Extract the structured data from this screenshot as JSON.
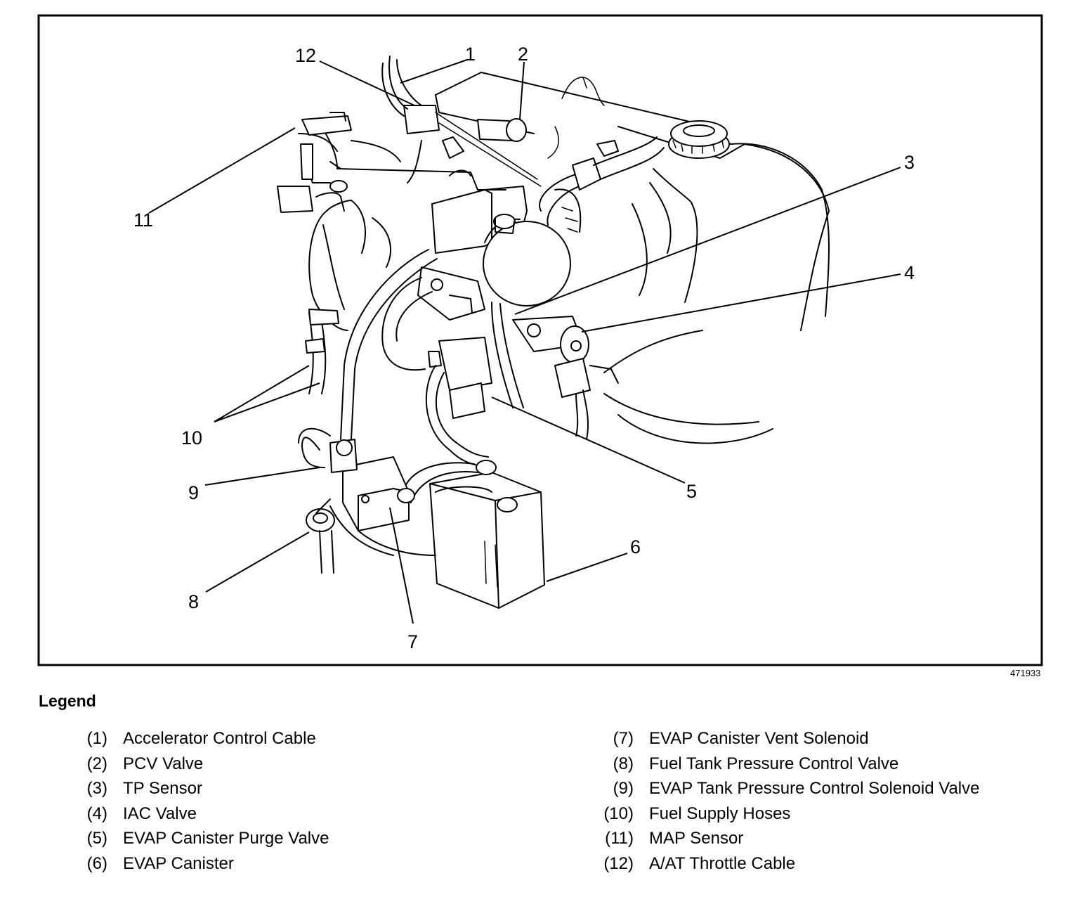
{
  "figure_id": "471933",
  "callouts": [
    "1",
    "2",
    "3",
    "4",
    "5",
    "6",
    "7",
    "8",
    "9",
    "10",
    "11",
    "12"
  ],
  "legend": {
    "title": "Legend",
    "left": [
      {
        "num": "(1)",
        "label": "Accelerator Control Cable"
      },
      {
        "num": "(2)",
        "label": "PCV Valve"
      },
      {
        "num": "(3)",
        "label": "TP Sensor"
      },
      {
        "num": "(4)",
        "label": "IAC Valve"
      },
      {
        "num": "(5)",
        "label": "EVAP Canister Purge Valve"
      },
      {
        "num": "(6)",
        "label": "EVAP Canister"
      }
    ],
    "right": [
      {
        "num": "(7)",
        "label": "EVAP Canister Vent Solenoid"
      },
      {
        "num": "(8)",
        "label": "Fuel Tank Pressure Control Valve"
      },
      {
        "num": "(9)",
        "label": "EVAP Tank Pressure Control Solenoid Valve"
      },
      {
        "num": "(10)",
        "label": "Fuel Supply Hoses"
      },
      {
        "num": "(11)",
        "label": "MAP Sensor"
      },
      {
        "num": "(12)",
        "label": "A/AT Throttle Cable"
      }
    ]
  }
}
